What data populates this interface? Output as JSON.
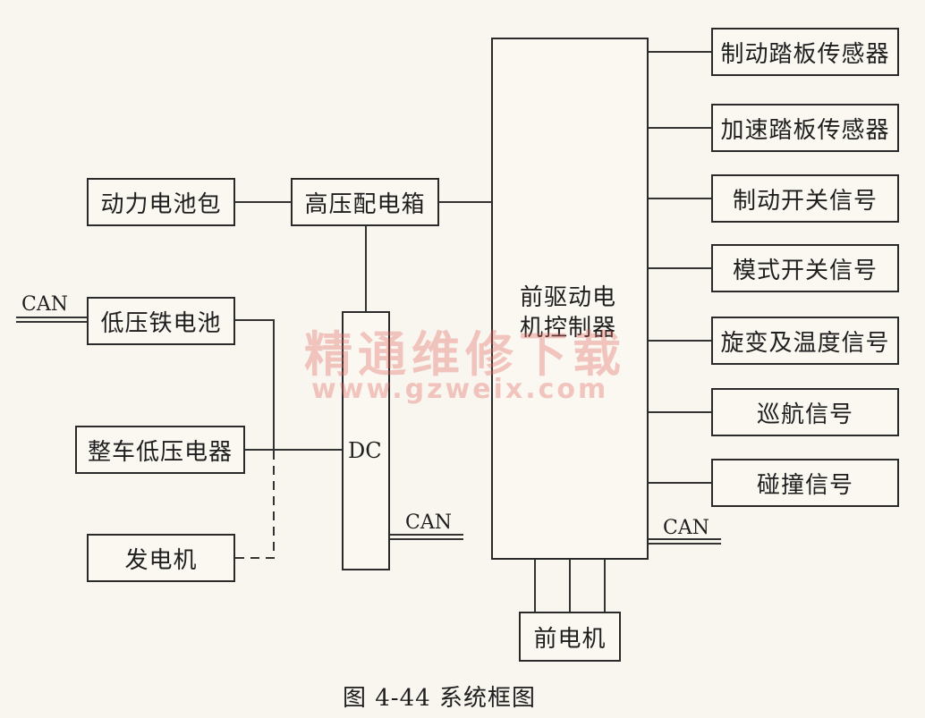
{
  "blocks": {
    "battery_pack": "动力电池包",
    "hv_box": "高压配电箱",
    "lv_battery": "低压铁电池",
    "vehicle_lv": "整车低压电器",
    "generator": "发电机",
    "dc": "DC",
    "controller_line1": "前驱动电",
    "controller_line2": "机控制器",
    "front_motor": "前电机"
  },
  "signals": [
    "制动踏板传感器",
    "加速踏板传感器",
    "制动开关信号",
    "模式开关信号",
    "旋变及温度信号",
    "巡航信号",
    "碰撞信号"
  ],
  "can_labels": {
    "left": "CAN",
    "dc": "CAN",
    "controller": "CAN"
  },
  "watermark": {
    "text": "精通维修下载",
    "url": "www.gzweix.com"
  },
  "caption": "图 4-44   系统框图"
}
